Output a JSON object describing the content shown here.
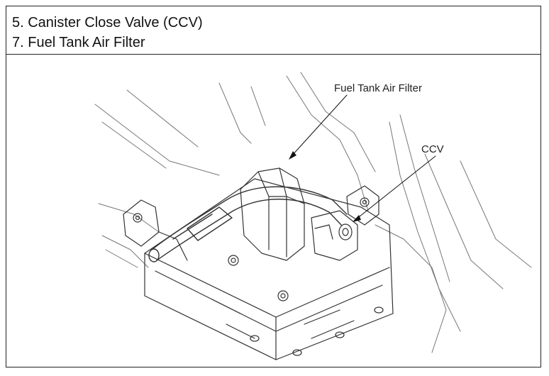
{
  "header": {
    "line1": "5. Canister Close Valve (CCV)",
    "line2": "7. Fuel Tank Air Filter"
  },
  "figure": {
    "callout_filter": "Fuel Tank Air Filter",
    "callout_ccv": "CCV"
  }
}
